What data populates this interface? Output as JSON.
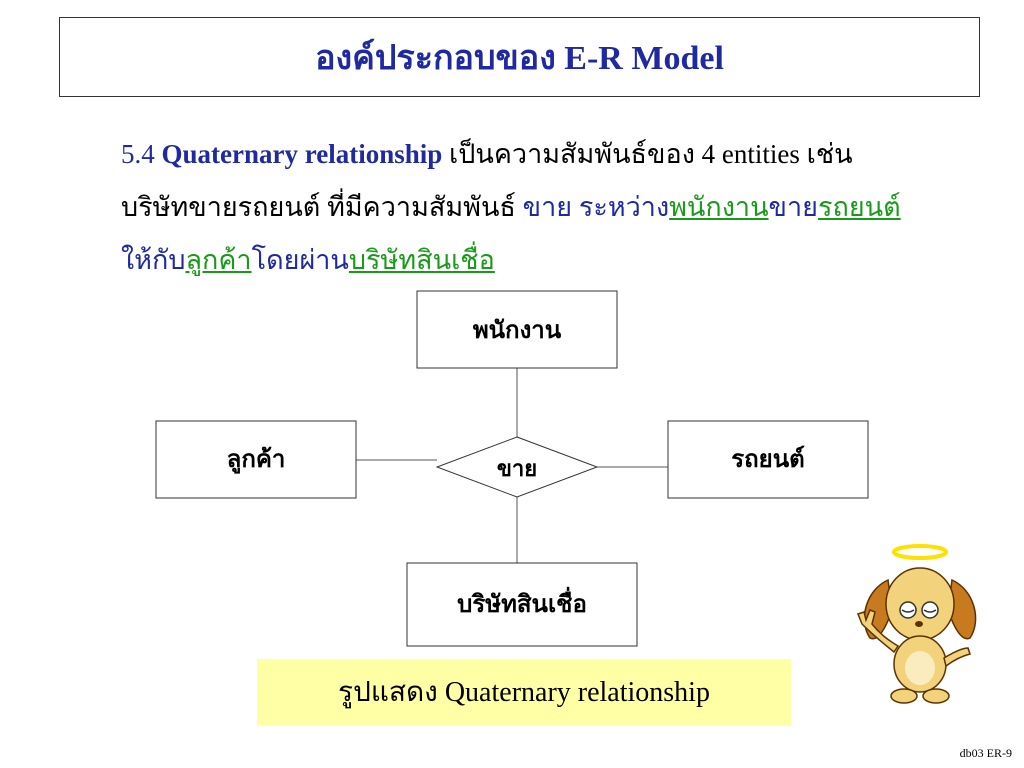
{
  "title": "องค์ประกอบของ E-R Model",
  "paragraph": {
    "num": "5.4",
    "term": "Quaternary relationship",
    "line1_rest": " เป็นความสัมพันธ์ของ 4 entities   เช่น",
    "line2_a": "บริษัทขายรถยนต์ ที่มีความสัมพันธ์  ",
    "line2_rel": "ขาย ระหว่าง",
    "line2_e1": "พนักงาน",
    "line2_mid": "ขาย",
    "line2_e2": "รถยนต์",
    "line3_a": "ให้กับ",
    "line3_e3": "ลูกค้า",
    "line3_mid": "โดยผ่าน",
    "line3_e4": "บริษัทสินเชื่อ"
  },
  "diagram": {
    "entities": {
      "top": "พนักงาน",
      "left": "ลูกค้า",
      "right": "รถยนต์",
      "bottom": "บริษัทสินเชื่อ"
    },
    "relationship": "ขาย"
  },
  "caption": "รูปแสดง Quaternary relationship",
  "footer": "db03 ER-9",
  "colors": {
    "title": "#1f2aa0",
    "green_underline": "#1a9a1a",
    "caption_bg": "#ffffa6",
    "mascot_body": "#f2d27a",
    "mascot_ears": "#c87a1e",
    "halo": "#ffe000"
  },
  "mascot_icon": "angel-dog-mascot"
}
